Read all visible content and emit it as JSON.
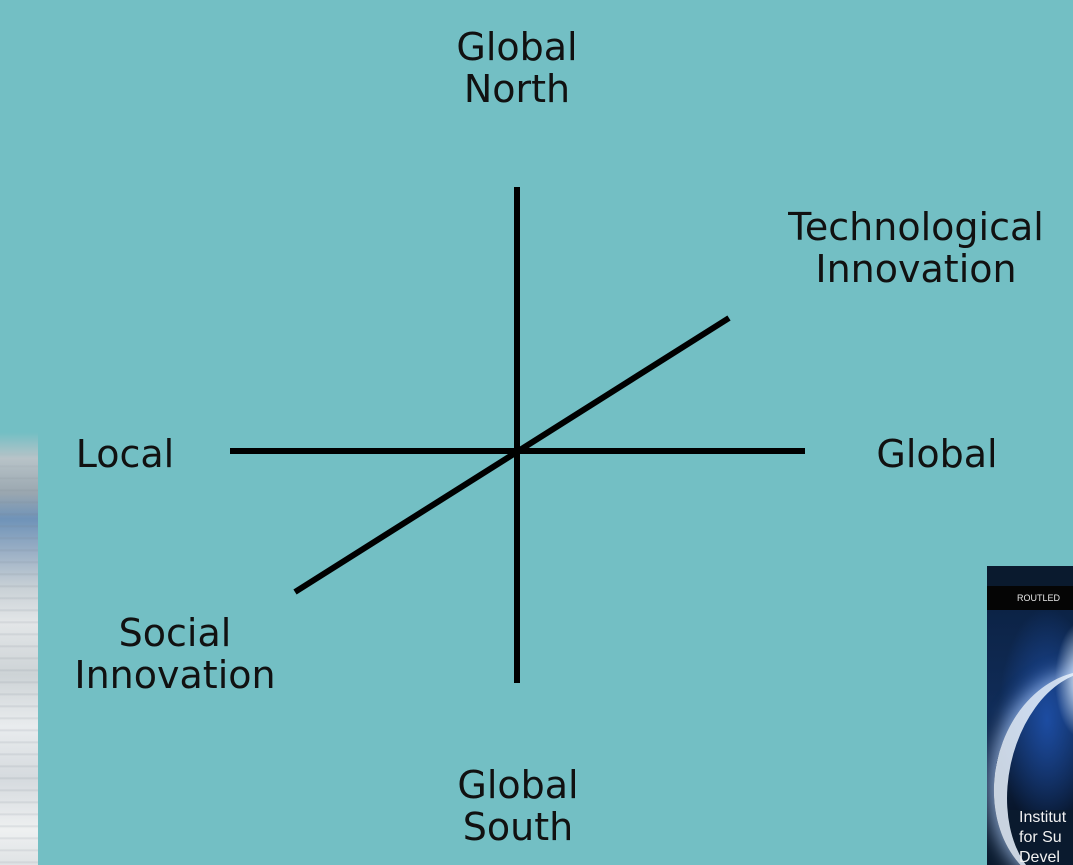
{
  "colors": {
    "background": "#73bfc4",
    "axis_line": "#000000",
    "label_text": "#111111"
  },
  "diagram": {
    "axes": [
      {
        "name": "vertical",
        "top_label": "Global\nNorth",
        "bottom_label": "Global\nSouth"
      },
      {
        "name": "horizontal",
        "left_label": "Local",
        "right_label": "Global"
      },
      {
        "name": "diagonal",
        "upper_right_label": "Technological\nInnovation",
        "lower_left_label": "Social\nInnovation"
      }
    ]
  },
  "book_cover": {
    "publisher_text": "ROUTLED",
    "title_text": "Institut\nfor Su\nDevel"
  }
}
